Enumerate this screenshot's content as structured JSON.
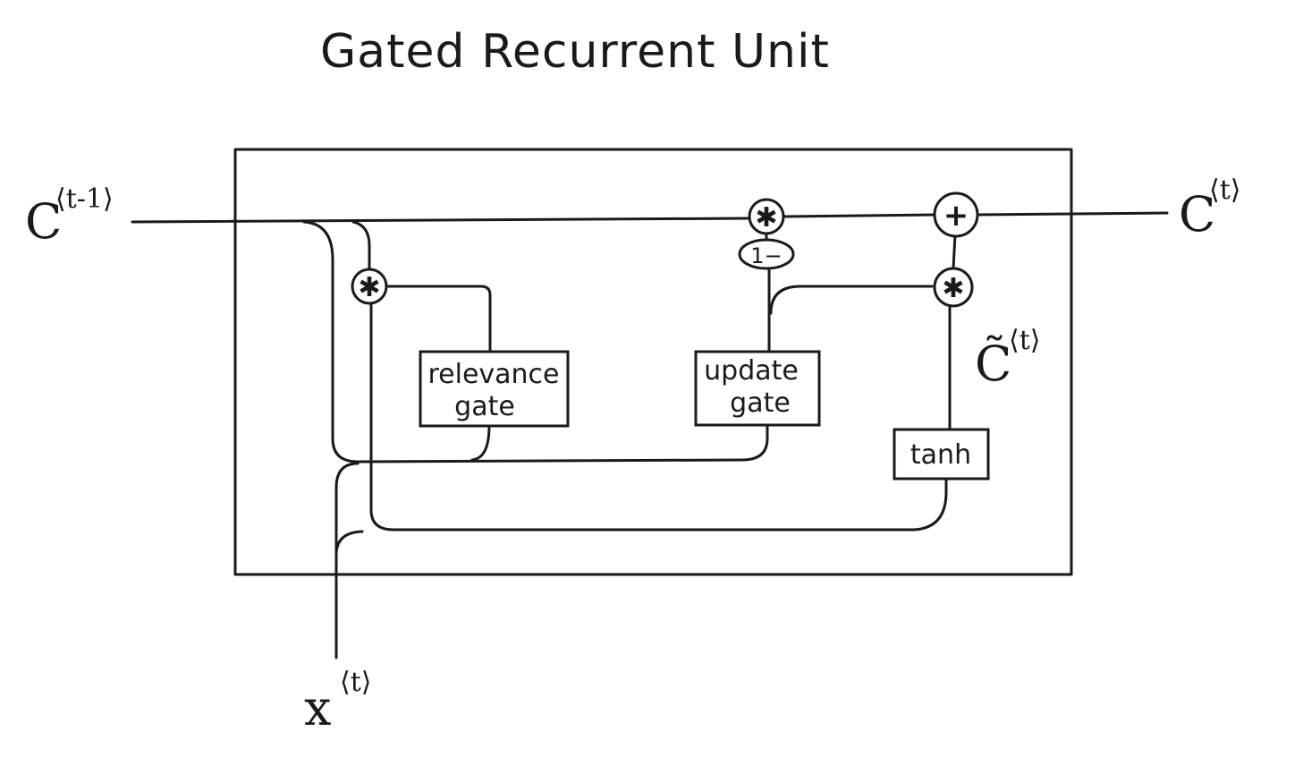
{
  "title": "Gated Recurrent Unit",
  "inputs": {
    "c_prev": {
      "base": "C",
      "sup": "⟨t-1⟩"
    },
    "x_t": {
      "base": "x",
      "sup": "⟨t⟩"
    }
  },
  "outputs": {
    "c_t": {
      "base": "C",
      "sup": "⟨t⟩"
    },
    "c_tilde": {
      "base": "C̃",
      "sup": "⟨t⟩"
    }
  },
  "gates": {
    "relevance": [
      "relevance",
      "gate"
    ],
    "update": [
      "update",
      "gate"
    ],
    "tanh": "tanh"
  },
  "operators": {
    "multiply": "✱",
    "add": "+",
    "one_minus": "1−"
  }
}
